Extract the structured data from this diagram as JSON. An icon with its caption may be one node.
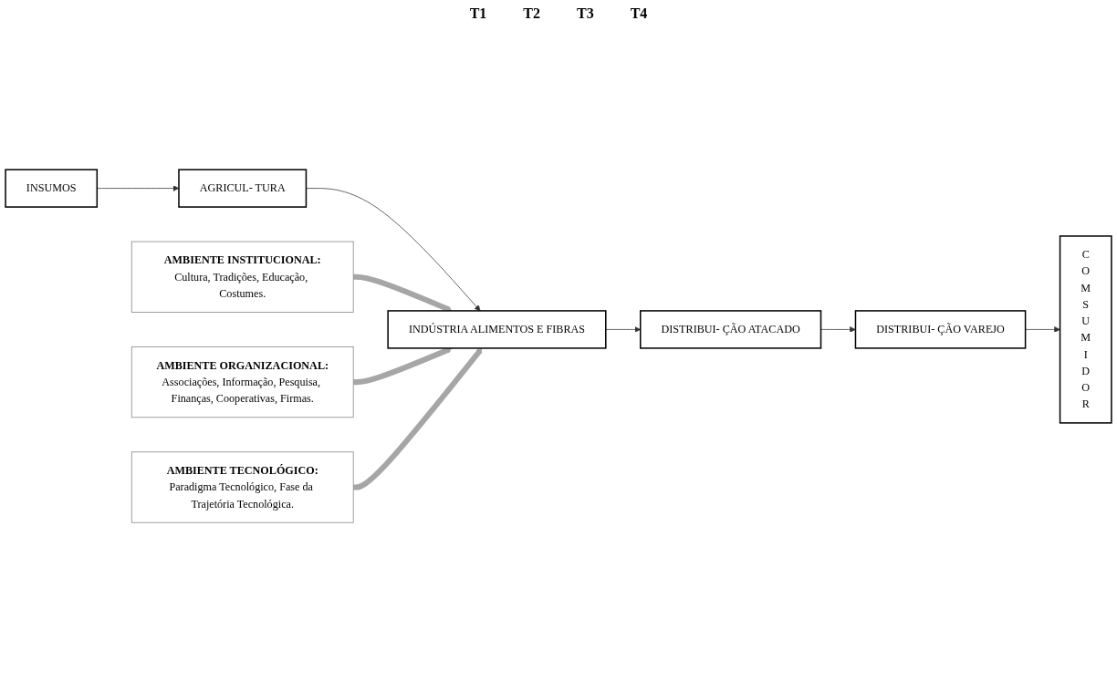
{
  "diagram": {
    "nodes": [
      {
        "text": [
          "AMBIENTE INSTITUCIONAL:",
          "Cultura, Tradições, Educação, Costumes."
        ]
      },
      {
        "text": [
          "AMBIENTE ORGANIZACIONAL:",
          "Associações, Informação, Pesquisa, Finanças, Cooperativas, Firmas."
        ]
      },
      {
        "text": [
          "INSUMOS"
        ]
      },
      {
        "text": [
          "AGRICUL- TURA"
        ]
      },
      {
        "text": [
          "INDÚSTRIA ALIMENTOS E FIBRAS"
        ]
      },
      {
        "text": [
          "DISTRIBUI- ÇÃO ATACADO"
        ]
      },
      {
        "text": [
          "DISTRIBUI- ÇÃO VAREJO"
        ]
      },
      {
        "text": [
          "COMSUMIDOR"
        ]
      },
      {
        "text": [
          "AMBIENTE TECNOLÓGICO:",
          "Paradigma Tecnológico, Fase da Trajetória Tecnológica."
        ]
      }
    ],
    "edges": [
      {
        "from": 2,
        "to": 3,
        "arrow": "to"
      },
      {
        "from": 3,
        "to": 4,
        "arrow": "to"
      },
      {
        "from": 4,
        "to": 5,
        "arrow": "to"
      },
      {
        "from": 5,
        "to": 6,
        "arrow": "to"
      },
      {
        "from": 6,
        "to": 7,
        "arrow": "to"
      },
      {
        "from": 0,
        "to": 4,
        "arrow": "to",
        "style": "thick",
        "color": "#a6a6a6"
      },
      {
        "from": 1,
        "to": 4,
        "arrow": "to",
        "style": "thick",
        "color": "#a6a6a6"
      },
      {
        "from": 8,
        "to": 4,
        "arrow": "to",
        "style": "thick",
        "color": "#a6a6a6"
      }
    ],
    "labels": [
      "T1",
      "T2",
      "T3",
      "T4"
    ]
  }
}
